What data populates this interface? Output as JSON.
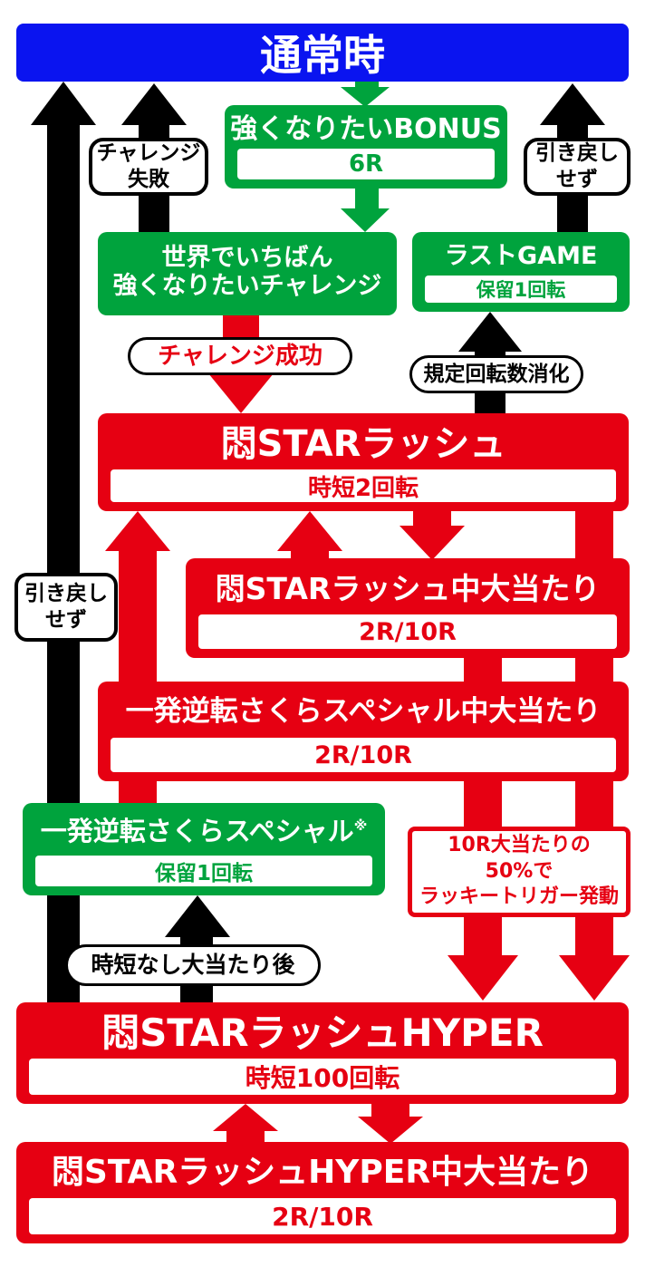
{
  "colors": {
    "blue": "#0a14f0",
    "green": "#00a33d",
    "red": "#e60012",
    "black": "#000000"
  },
  "header": {
    "title": "通常時"
  },
  "nodes": {
    "bonus": {
      "title": "強くなりたいBONUS",
      "sub": "6R"
    },
    "challenge": {
      "line1": "世界でいちばん",
      "line2": "強くなりたいチャレンジ"
    },
    "last_game": {
      "title": "ラストGAME",
      "sub": "保留1回転"
    },
    "star_rush": {
      "title": "悶STARラッシュ",
      "sub": "時短2回転"
    },
    "star_rush_jackpot": {
      "title": "悶STARラッシュ中大当たり",
      "sub": "2R/10R"
    },
    "sakura_jackpot": {
      "title": "一発逆転さくらスペシャル中大当たり",
      "sub": "2R/10R"
    },
    "sakura_special": {
      "title": "一発逆転さくらスペシャル",
      "mark": "※",
      "sub": "保留1回転"
    },
    "hyper": {
      "title": "悶STARラッシュHYPER",
      "sub": "時短100回転"
    },
    "hyper_jackpot": {
      "title": "悶STARラッシュHYPER中大当たり",
      "sub": "2R/10R"
    }
  },
  "callouts": {
    "challenge_fail": {
      "line1": "チャレンジ",
      "line2": "失敗"
    },
    "no_pullback_top": {
      "line1": "引き戻し",
      "line2": "せず"
    },
    "no_pullback_left": {
      "line1": "引き戻し",
      "line2": "せず"
    },
    "challenge_success": {
      "text": "チャレンジ成功"
    },
    "spins_consumed": {
      "text": "規定回転数消化"
    },
    "after_no_jitan": {
      "text": "時短なし大当たり後"
    },
    "lucky_trigger": {
      "line1": "10R大当たりの",
      "line2": "50%で",
      "line3": "ラッキートリガー発動"
    }
  }
}
